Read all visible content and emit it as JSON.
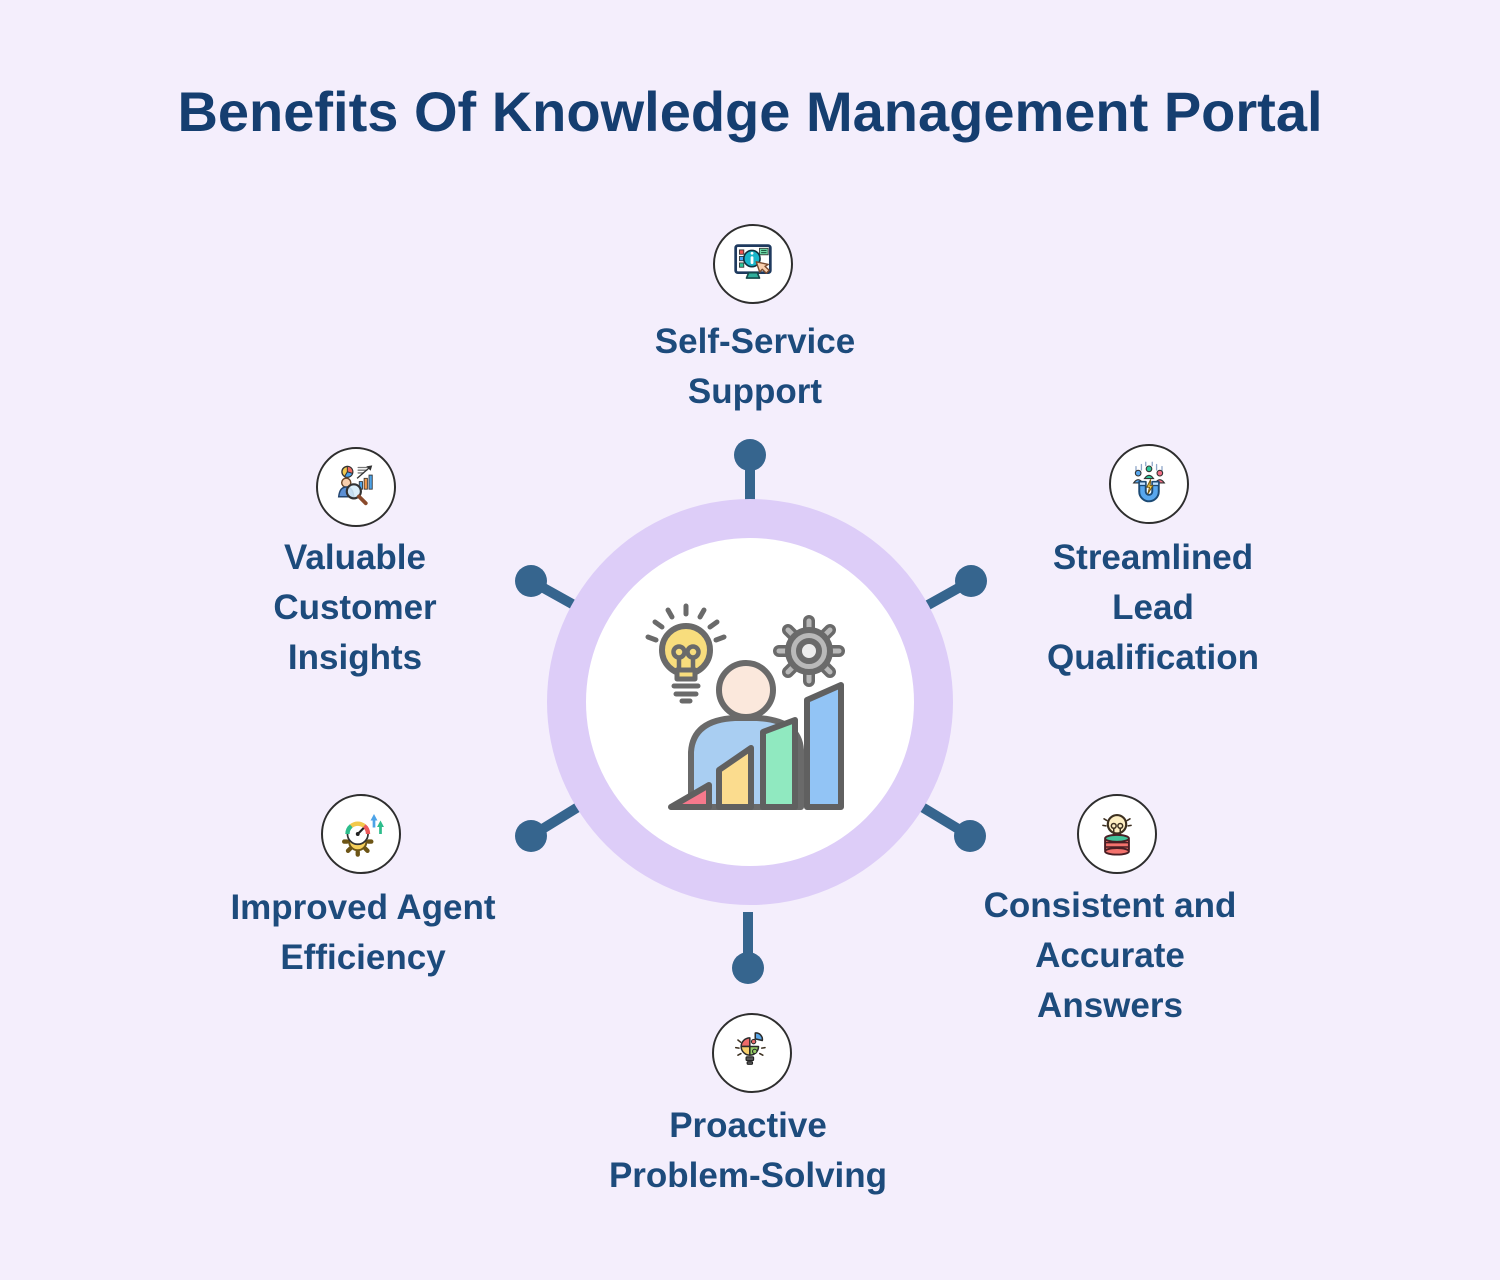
{
  "title": "Benefits Of Knowledge Management Portal",
  "benefits": [
    {
      "id": "self-service-support",
      "position": "top",
      "label": "Self-Service\nSupport",
      "icon": "monitor-info-hand-icon"
    },
    {
      "id": "streamlined-lead-qualification",
      "position": "upper-right",
      "label": "Streamlined\nLead\nQualification",
      "icon": "magnet-leads-icon"
    },
    {
      "id": "consistent-and-accurate-answers",
      "position": "lower-right",
      "label": "Consistent and\nAccurate\nAnswers",
      "icon": "bulb-knowledge-stack-icon"
    },
    {
      "id": "proactive-problem-solving",
      "position": "bottom",
      "label": "Proactive\nProblem-Solving",
      "icon": "puzzle-bulb-icon"
    },
    {
      "id": "improved-agent-efficiency",
      "position": "lower-left",
      "label": "Improved Agent\nEfficiency",
      "icon": "gauge-gear-arrows-icon"
    },
    {
      "id": "valuable-customer-insights",
      "position": "upper-left",
      "label": "Valuable\nCustomer\nInsights",
      "icon": "person-magnifier-analytics-icon"
    }
  ],
  "center": {
    "illustration": "person-with-growth-bars-idea-bulb-and-gear"
  },
  "colors": {
    "background": "#f4eefc",
    "ring": "#ddcdf8",
    "ring_inner": "#ffffff",
    "connector_dot": "#36658e",
    "title_text": "#153e70",
    "label_text": "#1d4b7c",
    "icon_circle_border": "#2e2e2e"
  }
}
